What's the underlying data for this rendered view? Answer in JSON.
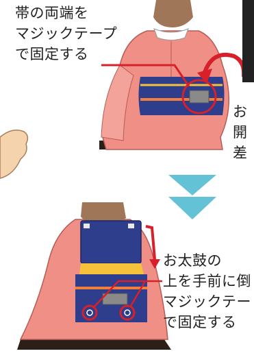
{
  "step1": {
    "caption": [
      "帯の両端を",
      "マジックテープ",
      "で固定する"
    ],
    "side_caption": [
      "お",
      "開",
      "差"
    ]
  },
  "step2": {
    "caption": [
      "お太鼓の",
      "上を手前に倒",
      "マジックテー",
      "で固定する"
    ]
  },
  "colors": {
    "kimono_pink": "#ef8f86",
    "obi_navy": "#2e3d8c",
    "obi_accent_yellow": "#f6c23c",
    "obi_accent_orange": "#f07f3b",
    "velcro_gray": "#8a8a8a",
    "pointer_red": "#d8202a",
    "arrow_blue": "#64c2d6",
    "floor_dark": "#2b1f18",
    "hair_brown": "#a07659"
  }
}
